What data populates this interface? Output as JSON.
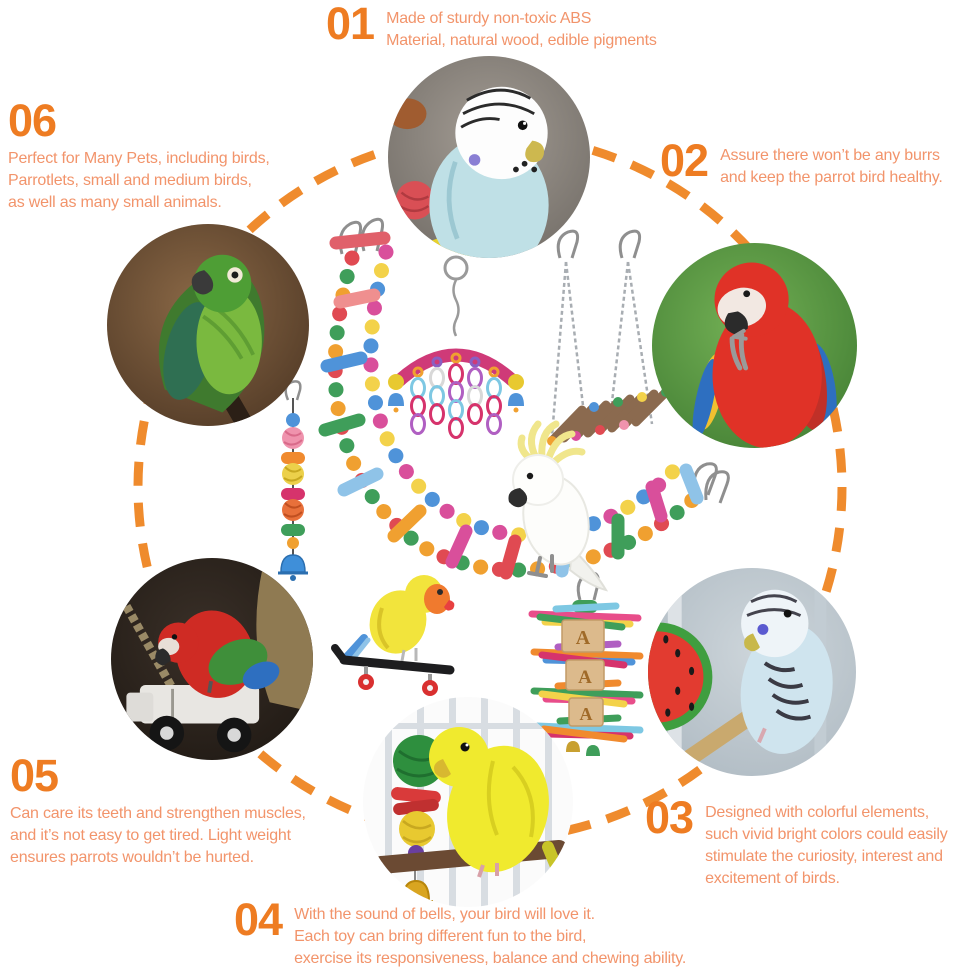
{
  "colors": {
    "accent": "#ee7c22",
    "body_text": "#f2946b",
    "dash_ring": "#ef8b2d",
    "background": "#ffffff"
  },
  "callouts": {
    "c01": {
      "number": "01",
      "text": "Made of sturdy non-toxic ABS\nMaterial, natural wood, edible pigments"
    },
    "c02": {
      "number": "02",
      "text": "Assure there won’t be any burrs\nand keep the parrot bird healthy."
    },
    "c03": {
      "number": "03",
      "text": "Designed with colorful elements,\nsuch vivid bright colors could easily\nstimulate the curiosity, interest and\nexcitement of birds."
    },
    "c04": {
      "number": "04",
      "text": "With the sound of bells, your bird will love it.\nEach toy can bring different fun to the bird,\nexercise its responsiveness, balance and chewing ability."
    },
    "c05": {
      "number": "05",
      "text": "Can care its teeth and strengthen muscles,\nand it’s not easy to get tired. Light weight\nensures parrots wouldn’t be hurted."
    },
    "c06": {
      "number": "06",
      "text": "Perfect for Many Pets, including birds,\nParrotlets, small and medium birds,\nas well as many small animals."
    }
  },
  "block_letter": "A",
  "figures": [
    "blue-budgie-photo",
    "green-parrot-photo",
    "scarlet-macaw-photo",
    "macaw-on-toy-truck-photo",
    "budgie-with-watermelon-photo",
    "yellow-budgie-with-bell-photo",
    "bead-ladder-bridge-toy",
    "acrylic-chain-hanging-toy",
    "wooden-swing-toy",
    "rattan-ball-string-toy",
    "skateboard-with-lovebird-toy",
    "wood-block-chew-toy",
    "white-cockatoo"
  ]
}
